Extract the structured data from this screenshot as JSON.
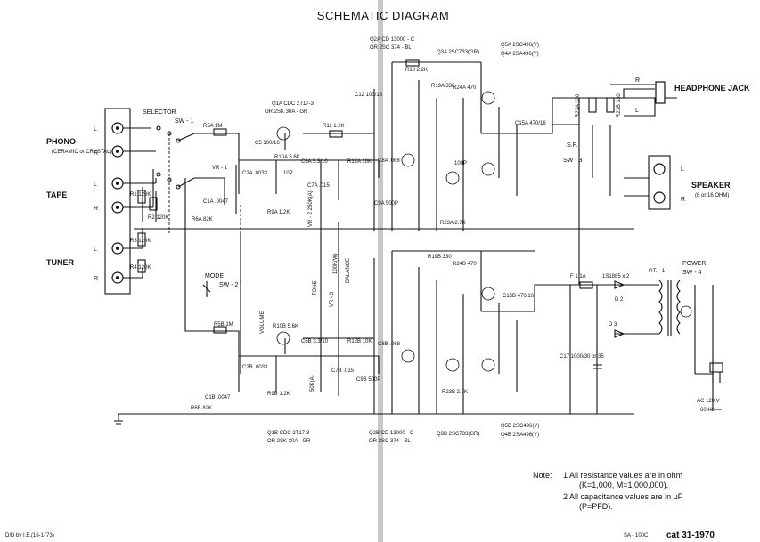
{
  "title": "SCHEMATIC DIAGRAM",
  "inputs": {
    "phono": {
      "label": "PHONO",
      "sub": "(CERAMIC or CRYSTAL)",
      "l": "L",
      "r": "R"
    },
    "tape": {
      "label": "TAPE",
      "l": "L",
      "r": "R"
    },
    "tuner": {
      "label": "TUNER",
      "l": "L",
      "r": "R"
    }
  },
  "outputs": {
    "headphone": "HEADPHONE JACK",
    "speaker": "SPEAKER",
    "speaker_sub": "(8 or 16 OHM)",
    "spk_l": "L",
    "spk_r": "R",
    "hp_l": "L",
    "hp_r": "R"
  },
  "switches": {
    "selector": "SELECTOR",
    "sw1": "SW - 1",
    "mode": "MODE",
    "sw2": "SW - 2",
    "sp": "S.P.",
    "sw3": "SW - 3",
    "power": "POWER",
    "sw4": "SW - 4"
  },
  "controls": {
    "volume": "VOLUME",
    "vr1": "VR - 1",
    "vr3": "VR - 3",
    "tone": "TONE",
    "balance": "BALANCE",
    "vr3_val": "100K(W)",
    "vr2": "VR - 2  250K(A)",
    "vr2_val": "50K(A)"
  },
  "transistors": {
    "q1a": "Q1A  CDC 2T17-3",
    "q1a_or": "OR  2SK 30A - GR",
    "q1b": "Q1B  CDC 2T17-3",
    "q1b_or": "OR  2SK 30A - GR",
    "q2a": "Q2A  CD 13000 - C",
    "q2a_or": "OR  2SC 374 - BL",
    "q2b": "Q2B  CD 13000 - C",
    "q2b_or": "OR  2SC 374 - BL",
    "q3a": "Q3A  2SC733(GR)",
    "q3b": "Q3B  2SC733(GR)",
    "q5a": "Q5A  2SC496(Y)",
    "q4a": "Q4A  2SA496(Y)",
    "q5b": "Q5B  2SC496(Y)",
    "q4b": "Q4B  2SA496(Y)"
  },
  "parts": {
    "r5a": "R5A 1M",
    "r5b": "R5B 1M",
    "r11": "R11 1.2K",
    "r18": "R18 2.2K",
    "r1": "R1 120K",
    "r2": "R2 120K",
    "r3": "R3 120K",
    "r4": "R4 120K",
    "c5": "C5 100/16",
    "c12": "C12 100/16",
    "c17": "C17 1000/30 or 35",
    "r24a": "R24A 470",
    "r24b": "R24B 470",
    "r19a": "R19A 330",
    "r19b": "R19B 330",
    "c15a": "C15A 470/16",
    "c15b": "C15B 470/16",
    "r23a": "R23A 330",
    "r23b": "R23B 330",
    "r238": "R23B 2.7K",
    "r23a2": "R23A 2.7K",
    "f1": "F 1  1A",
    "d1885": "1S1885 x 2",
    "pt1": "P.T. - 1",
    "d2": "D 2",
    "d3": "D 3",
    "ac": "AC 120 V",
    "hz": "60 Hz",
    "c6a": "C6A 3.3/10",
    "c6b": "C6B 3.3/10",
    "r12a": "R12A 10K",
    "r12b": "R12B 10K",
    "c8a": "C8A .068",
    "c8b": "C8B .068",
    "c9a": "C9A 500P",
    "c9b": "C9B 500P",
    "c2a": "C2A .0033",
    "c2b": "C2B .0033",
    "c10p": "10P",
    "c100p": "100P",
    "r6a": "R6A 82K",
    "r6b": "R6B 82K",
    "c1a": "C1A .0047",
    "c1b": "C1B .0047",
    "r10a": "R10A 5.6K",
    "r10b": "R10B 5.6K",
    "c7a": "C7A .015",
    "c7b": "C7B .015",
    "r9a": "R9A 1.2K",
    "r9b": "R9B 1.2K"
  },
  "notes": {
    "head": "Note:",
    "n1": "1  All resistance values are in ohm",
    "n1b": "(K=1,000, M=1,000,000).",
    "n2": "2  All capacitance values are in μF",
    "n2b": "(P=PFD)."
  },
  "footer": {
    "left": "D/D by  I.E.(16-1-'73)",
    "model": "SA - 100C",
    "cat": "cat 31-1970"
  }
}
